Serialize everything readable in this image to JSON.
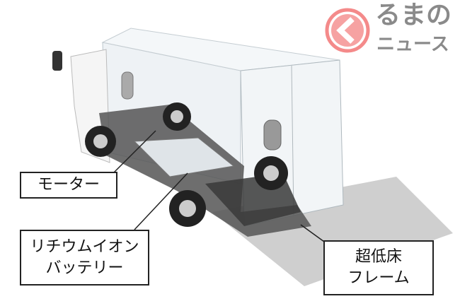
{
  "labels": {
    "motor": "モーター",
    "battery_line1": "リチウムイオン",
    "battery_line2": "バッテリー",
    "frame_line1": "超低床",
    "frame_line2": "フレーム"
  },
  "watermark": {
    "top": "るまの",
    "bottom": "ニュース"
  },
  "colors": {
    "watermark_red": "#f05a5a",
    "watermark_gray": "#8a8a8a"
  }
}
